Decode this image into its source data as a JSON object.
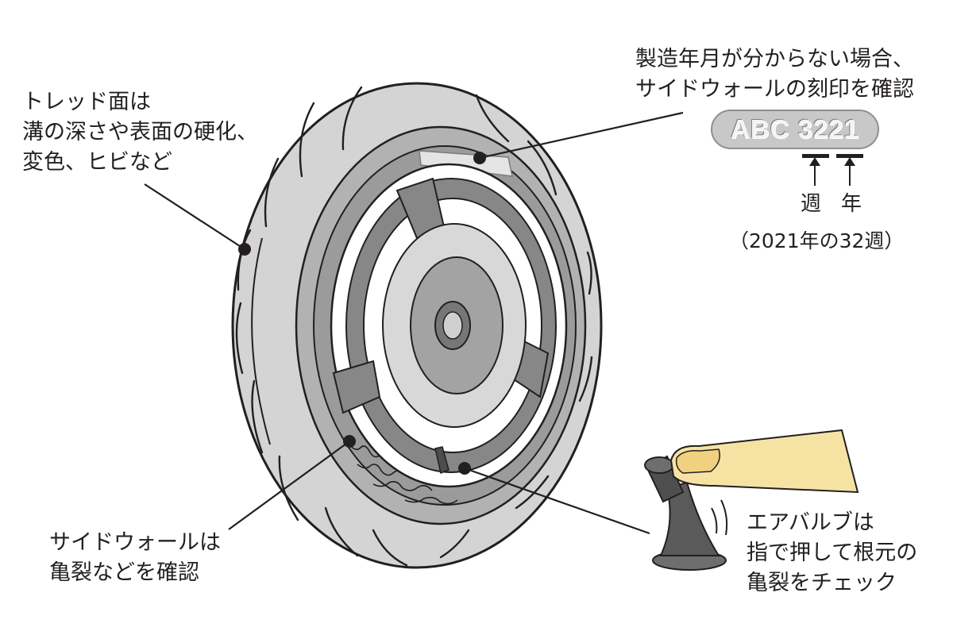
{
  "labels": {
    "tread": [
      "トレッド面は",
      "溝の深さや表面の硬化、",
      "変色、ヒビなど"
    ],
    "manufacture_date": [
      "製造年月が分からない場合、",
      "サイドウォールの刻印を確認"
    ],
    "sidewall": [
      "サイドウォールは",
      "亀裂などを確認"
    ],
    "air_valve": [
      "エアバルブは",
      "指で押して根元の",
      "亀裂をチェック"
    ]
  },
  "date_code": {
    "stamp": "ABC 3221",
    "week_label": "週",
    "year_label": "年",
    "example": "（2021年の32週）"
  },
  "colors": {
    "tire": "#d4d4d4",
    "rim": "#b2b2b2",
    "spoke": "#878787",
    "hub": "#a3a3a3",
    "outline": "#231f20",
    "finger": "#f6e3a4",
    "valve": "#5a5a5a"
  }
}
